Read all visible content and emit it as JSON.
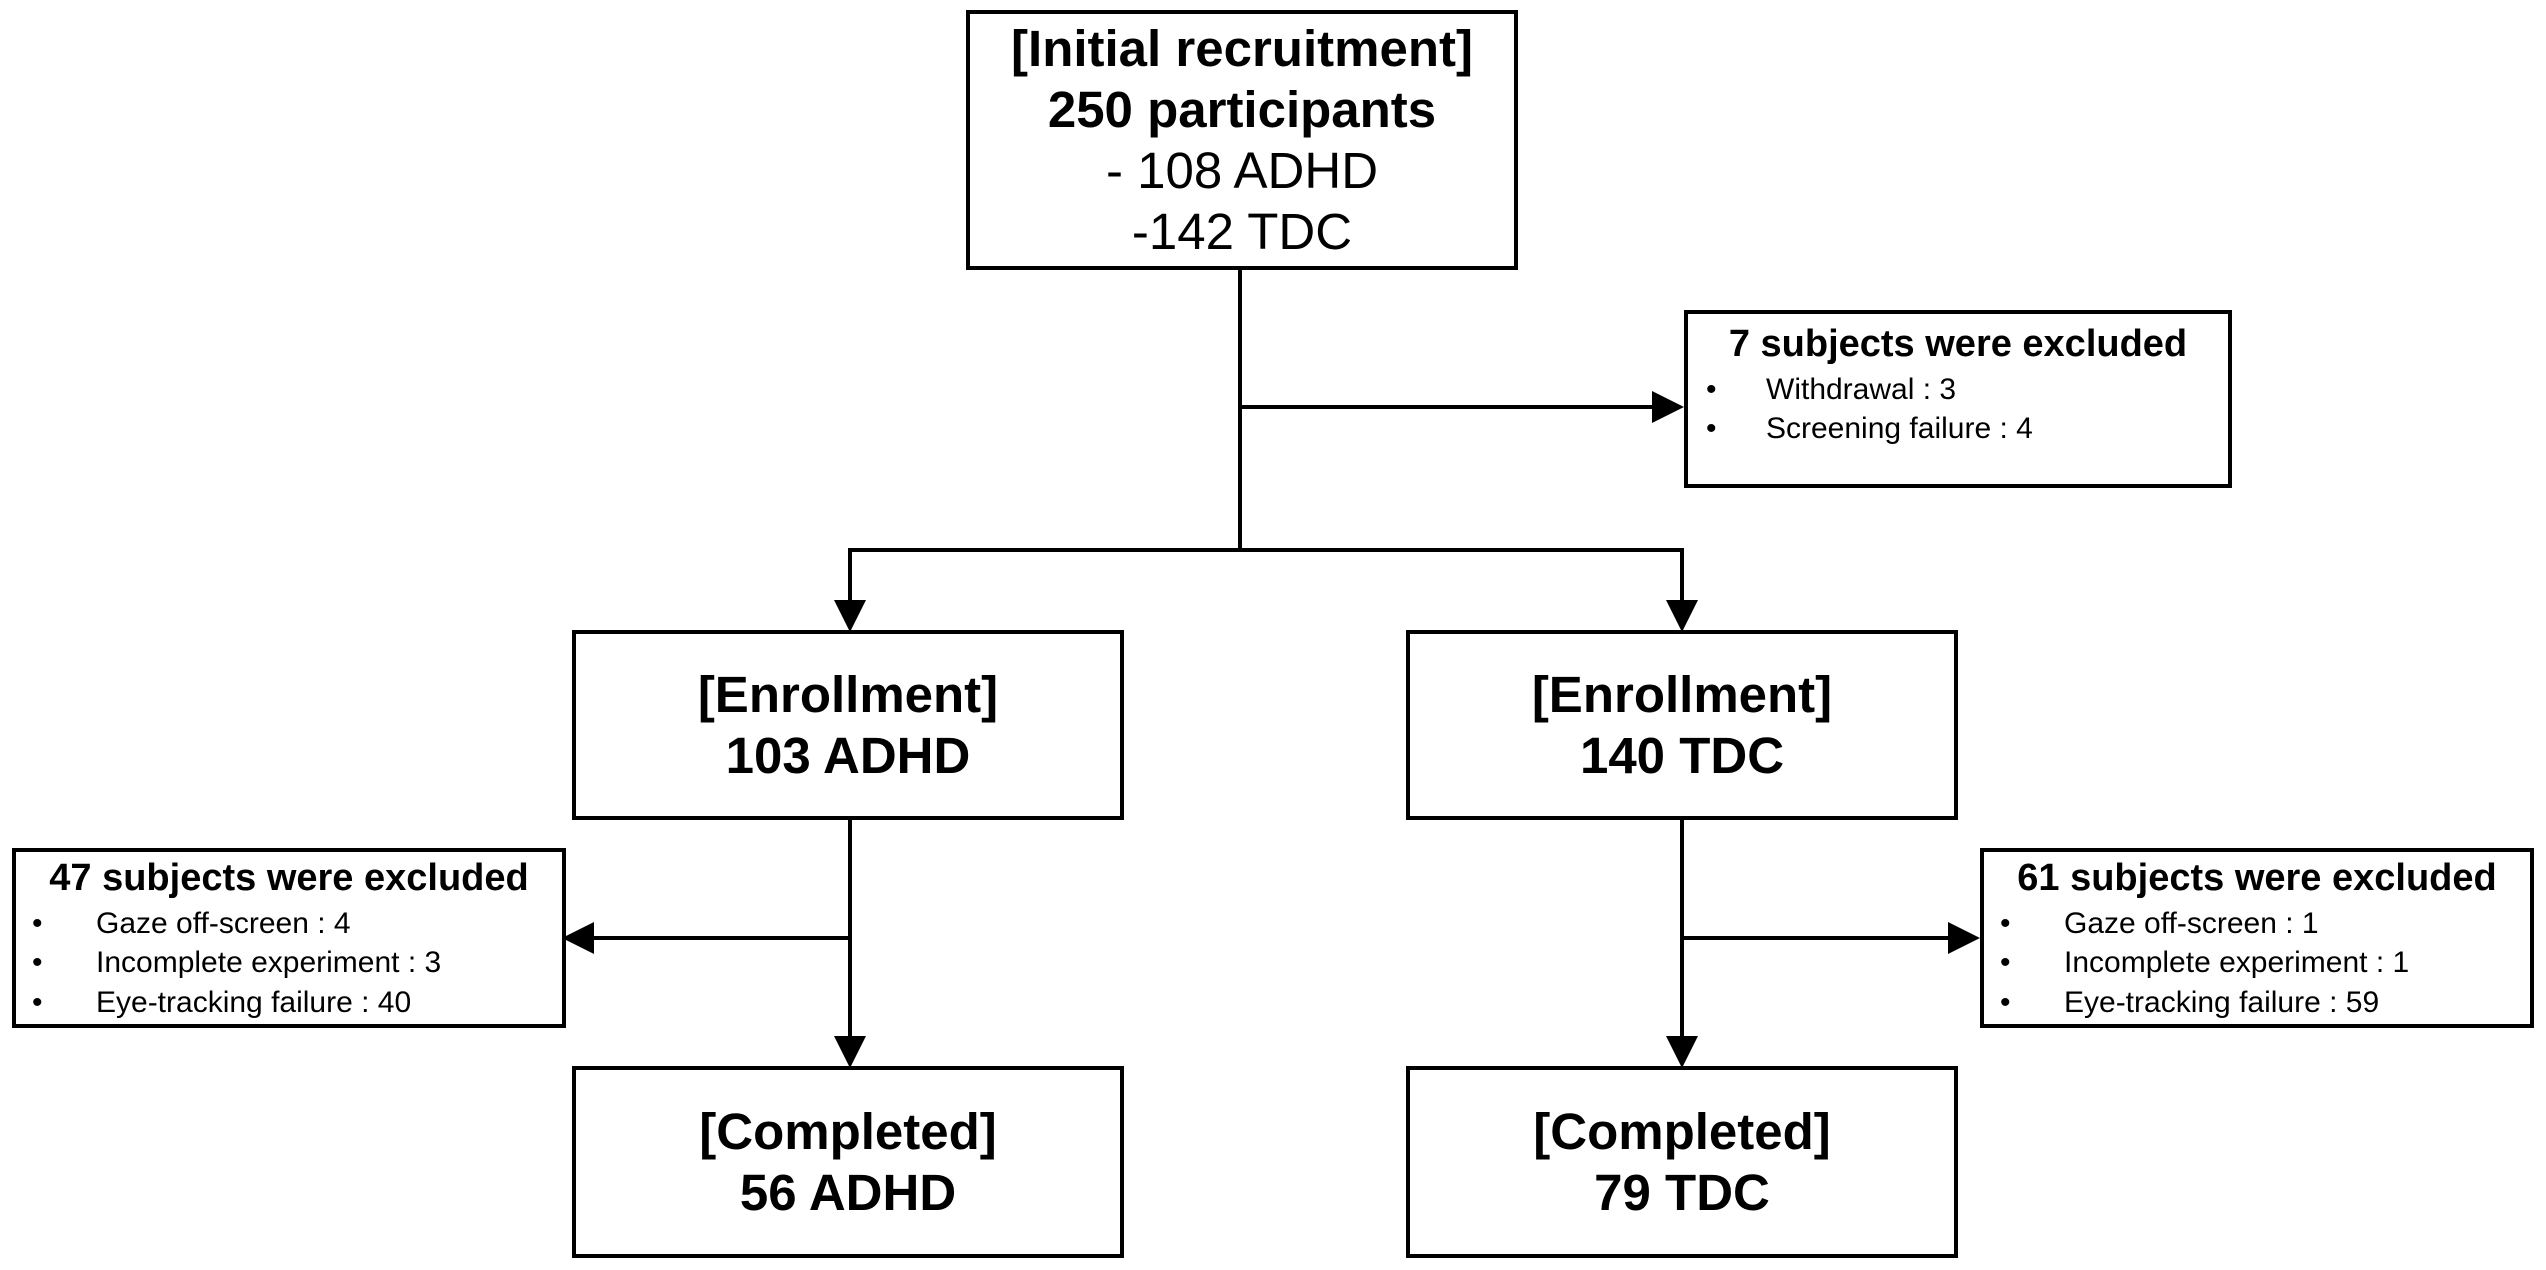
{
  "initial": {
    "title": "[Initial recruitment]",
    "total": "250 participants",
    "items": [
      "- 108 ADHD",
      "-142 TDC"
    ]
  },
  "exclusion_top": {
    "header": "7 subjects were excluded",
    "items": [
      "Withdrawal : 3",
      "Screening failure : 4"
    ]
  },
  "enroll_adhd": {
    "title": "[Enrollment]",
    "count": "103 ADHD"
  },
  "enroll_tdc": {
    "title": "[Enrollment]",
    "count": "140 TDC"
  },
  "exclusion_adhd": {
    "header": "47 subjects were excluded",
    "items": [
      "Gaze off-screen : 4",
      "Incomplete experiment : 3",
      "Eye-tracking failure : 40"
    ]
  },
  "exclusion_tdc": {
    "header": "61 subjects were excluded",
    "items": [
      "Gaze off-screen : 1",
      "Incomplete experiment : 1",
      "Eye-tracking failure : 59"
    ]
  },
  "completed_adhd": {
    "title": "[Completed]",
    "count": "56 ADHD"
  },
  "completed_tdc": {
    "title": "[Completed]",
    "count": "79 TDC"
  },
  "bullet": "•",
  "colors": {
    "stroke": "#000000",
    "background": "#ffffff"
  }
}
